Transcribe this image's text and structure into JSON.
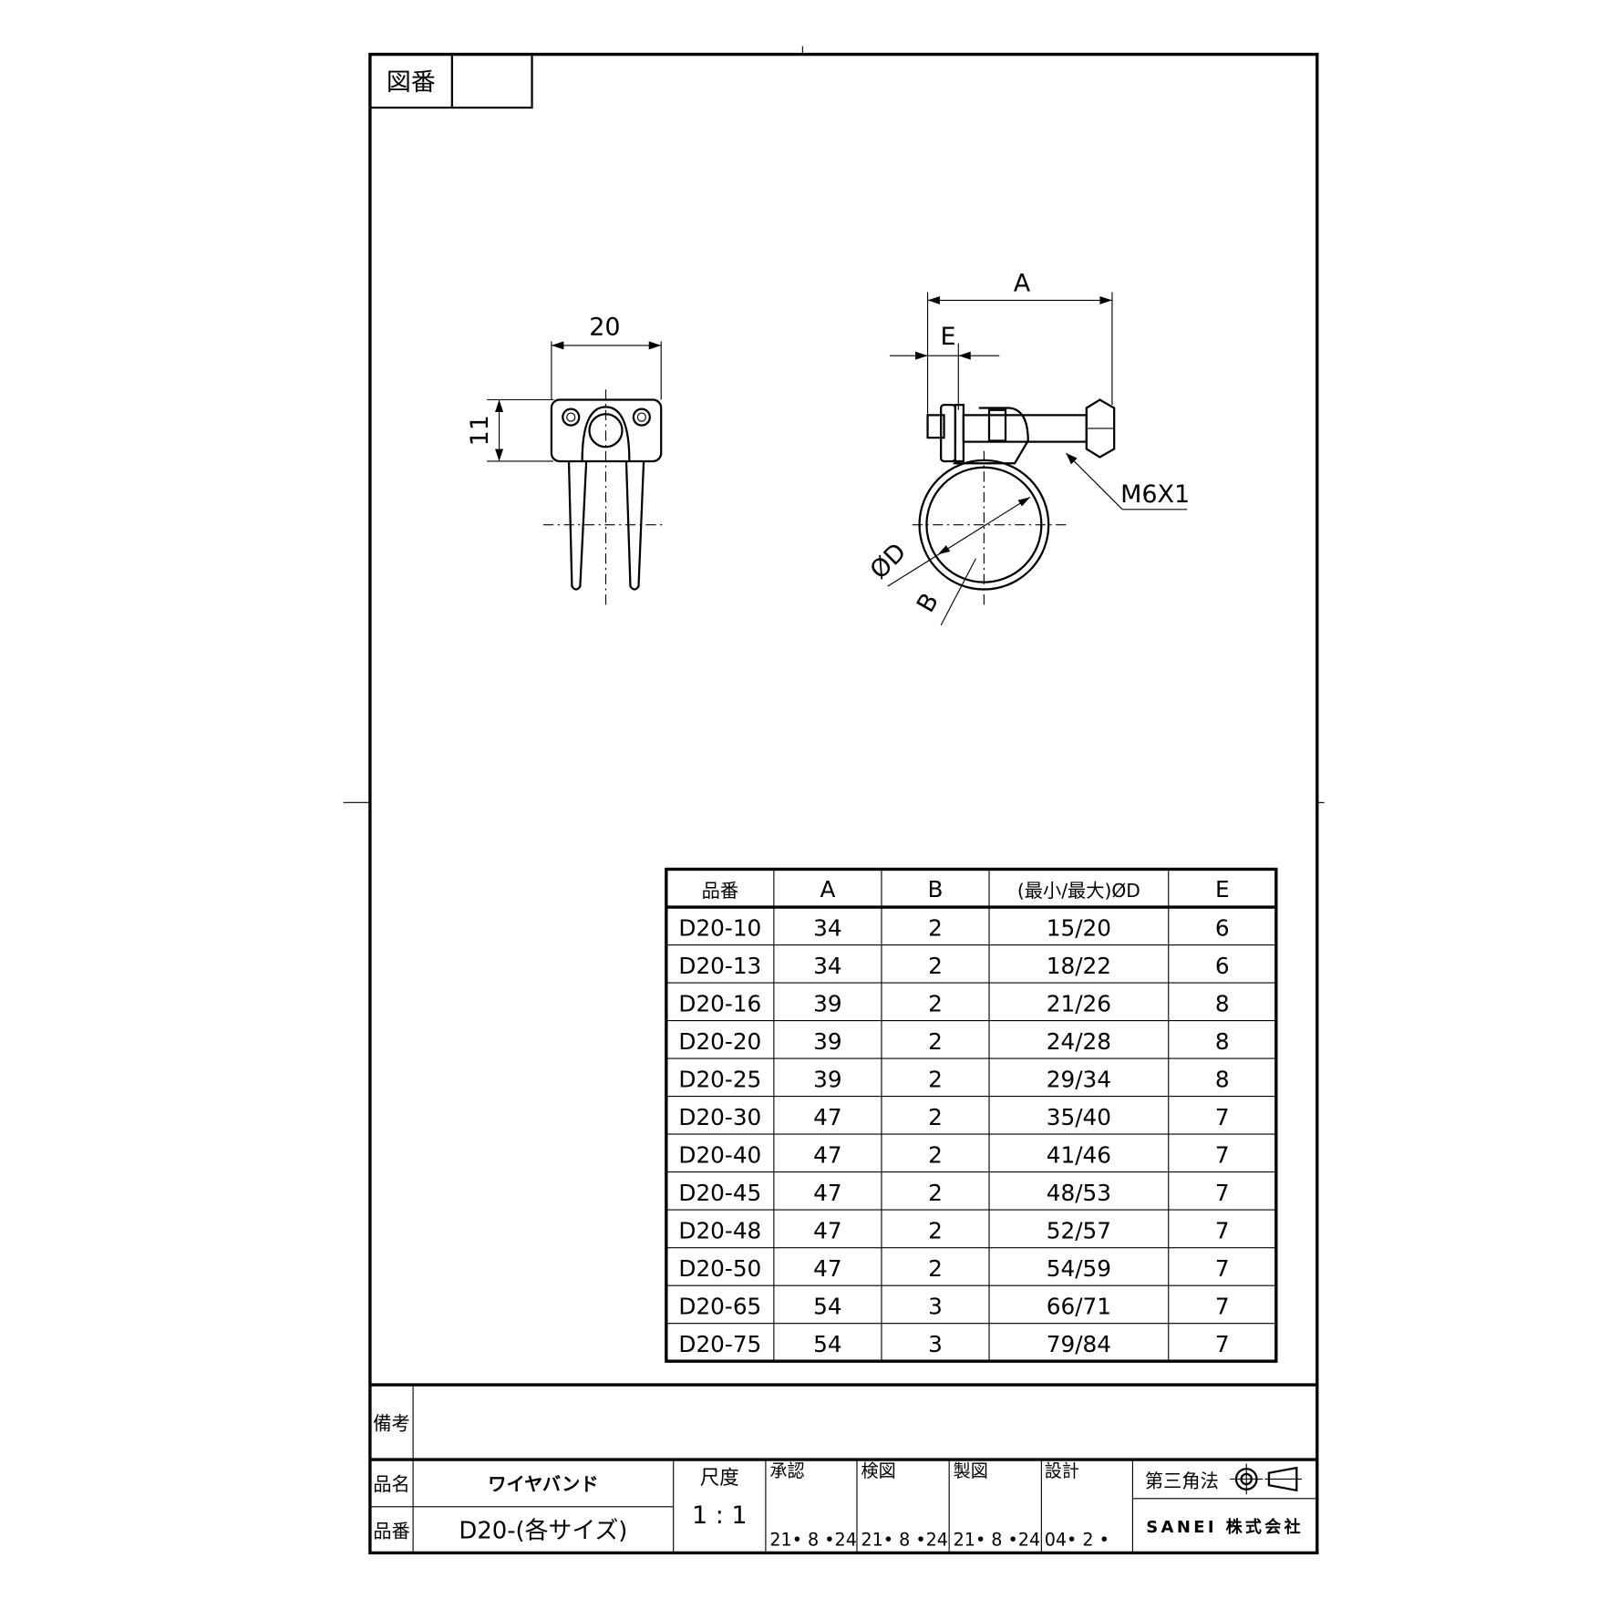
{
  "drawing_number": {
    "label": "図番",
    "value": ""
  },
  "views": {
    "front": {
      "width_dim": "20",
      "height_dim": "11"
    },
    "side": {
      "dim_a": "A",
      "dim_e": "E",
      "dim_d": "ØD",
      "dim_b": "B",
      "thread": "M6X1"
    }
  },
  "table": {
    "headers": [
      "品番",
      "A",
      "B",
      "(最小/最大)ØD",
      "E"
    ],
    "rows": [
      [
        "D20-10",
        "34",
        "2",
        "15/20",
        "6"
      ],
      [
        "D20-13",
        "34",
        "2",
        "18/22",
        "6"
      ],
      [
        "D20-16",
        "39",
        "2",
        "21/26",
        "8"
      ],
      [
        "D20-20",
        "39",
        "2",
        "24/28",
        "8"
      ],
      [
        "D20-25",
        "39",
        "2",
        "29/34",
        "8"
      ],
      [
        "D20-30",
        "47",
        "2",
        "35/40",
        "7"
      ],
      [
        "D20-40",
        "47",
        "2",
        "41/46",
        "7"
      ],
      [
        "D20-45",
        "47",
        "2",
        "48/53",
        "7"
      ],
      [
        "D20-48",
        "47",
        "2",
        "52/57",
        "7"
      ],
      [
        "D20-50",
        "47",
        "2",
        "54/59",
        "7"
      ],
      [
        "D20-65",
        "54",
        "3",
        "66/71",
        "7"
      ],
      [
        "D20-75",
        "54",
        "3",
        "79/84",
        "7"
      ]
    ]
  },
  "title_block": {
    "remarks_label": "備考",
    "name_label": "品名",
    "name_value": "ワイヤバンド",
    "number_label": "品番",
    "number_value": "D20-(各サイズ)",
    "scale_label": "尺度",
    "scale_value": "1 : 1",
    "approved_label": "承認",
    "approved_date": "21• 8 •24",
    "checked_label": "検図",
    "checked_date": "21• 8 •24",
    "drawn_label": "製図",
    "drawn_date": "21• 8 •24",
    "design_label": "設計",
    "design_date": "04• 2 •",
    "projection": "第三角法",
    "company": "SANEI 株式会社"
  }
}
